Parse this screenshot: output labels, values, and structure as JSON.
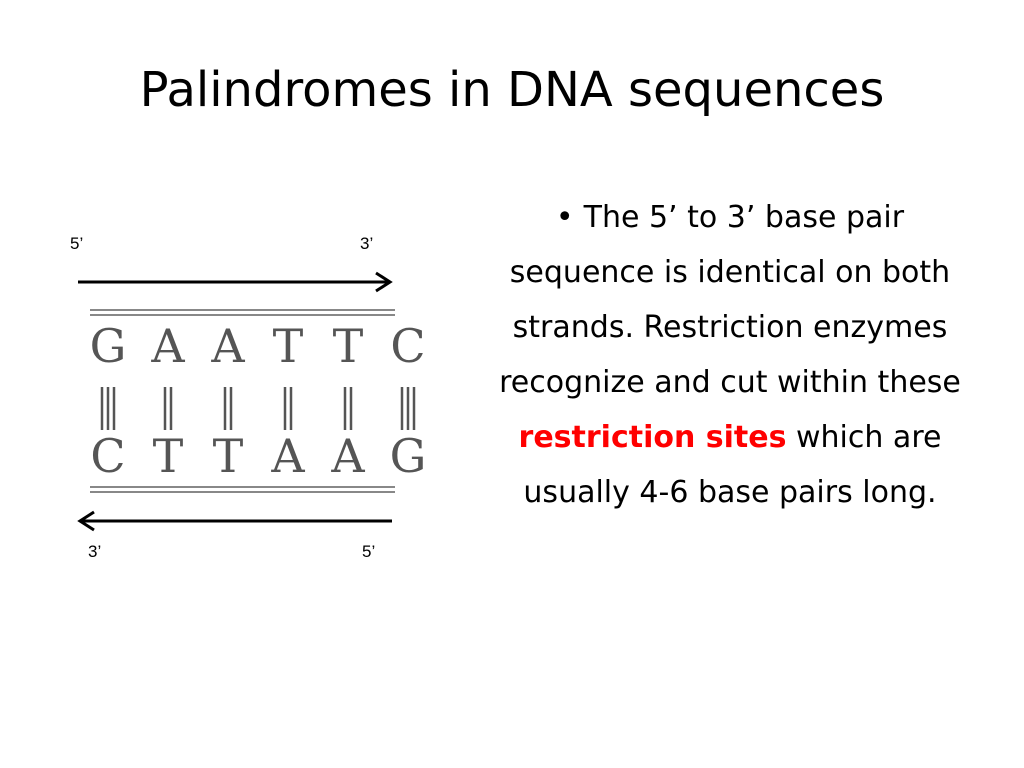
{
  "slide": {
    "title": "Palindromes in DNA sequences"
  },
  "diagram": {
    "labels": {
      "top_left": "5’",
      "top_right": "3’",
      "bottom_left": "3’",
      "bottom_right": "5’"
    },
    "top_strand": [
      "G",
      "A",
      "A",
      "T",
      "T",
      "C"
    ],
    "bottom_strand": [
      "C",
      "T",
      "T",
      "A",
      "A",
      "G"
    ],
    "bond_lines": [
      3,
      2,
      2,
      2,
      2,
      3
    ],
    "colors": {
      "bases": "#555555",
      "arrows": "#000000"
    }
  },
  "bullet": {
    "marker": "•",
    "text_before": "The 5’ to 3’ base pair sequence is identical on both strands.  Restriction enzymes recognize and cut within these",
    "highlight": "restriction sites",
    "text_after": "which are usually 4-6 base pairs long.",
    "highlight_color": "#ff0000"
  }
}
